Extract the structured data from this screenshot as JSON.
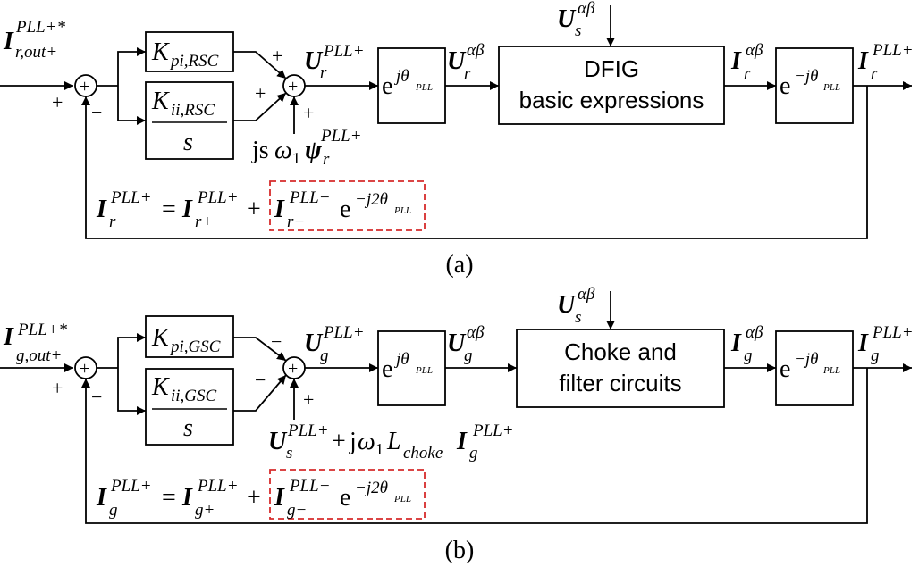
{
  "labels": {
    "a": "(a)",
    "b": "(b)"
  },
  "sign": {
    "plus": "+",
    "minus": "−"
  },
  "panel_a": {
    "ref_current": {
      "sym": "I",
      "sup": "PLL+*",
      "sub": "r,out+"
    },
    "kp": {
      "sym": "K",
      "sub": "pi,RSC"
    },
    "ki": {
      "sym": "K",
      "sub": "ii,RSC",
      "den": "s"
    },
    "u_pll": {
      "sym": "U",
      "sub": "r",
      "sup": "PLL+"
    },
    "rot_pos": {
      "base": "e",
      "exp": "jθ",
      "expsub": "PLL"
    },
    "u_ab": {
      "sym": "U",
      "sub": "r",
      "sup": "αβ"
    },
    "us_ab": {
      "sym": "U",
      "sub": "s",
      "sup": "αβ"
    },
    "main_block": {
      "line1": "DFIG",
      "line2": "basic expressions"
    },
    "i_ab": {
      "sym": "I",
      "sub": "r",
      "sup": "αβ"
    },
    "rot_neg": {
      "base": "e",
      "exp": "−jθ",
      "expsub": "PLL"
    },
    "i_out": {
      "sym": "I",
      "sub": "r",
      "sup": "PLL+"
    },
    "ff": {
      "pre": "js",
      "omega": "ω",
      "omega_sub": "1",
      "psi": "ψ",
      "psi_sub": "r",
      "psi_sup": "PLL+"
    },
    "eq": {
      "lhs": {
        "sym": "I",
        "sub": "r",
        "sup": "PLL+"
      },
      "eq": "=",
      "t1": {
        "sym": "I",
        "sub": "r+",
        "sup": "PLL+"
      },
      "plus": "+",
      "t2": {
        "sym": "I",
        "sub": "r−",
        "sup": "PLL−"
      },
      "exp": {
        "base": "e",
        "exp": "−j2θ",
        "expsub": "PLL"
      }
    }
  },
  "panel_b": {
    "ref_current": {
      "sym": "I",
      "sup": "PLL+*",
      "sub": "g,out+"
    },
    "kp": {
      "sym": "K",
      "sub": "pi,GSC"
    },
    "ki": {
      "sym": "K",
      "sub": "ii,GSC",
      "den": "s"
    },
    "u_pll": {
      "sym": "U",
      "sub": "g",
      "sup": "PLL+"
    },
    "rot_pos": {
      "base": "e",
      "exp": "jθ",
      "expsub": "PLL"
    },
    "u_ab": {
      "sym": "U",
      "sub": "g",
      "sup": "αβ"
    },
    "us_ab": {
      "sym": "U",
      "sub": "s",
      "sup": "αβ"
    },
    "main_block": {
      "line1": "Choke and",
      "line2": "filter circuits"
    },
    "i_ab": {
      "sym": "I",
      "sub": "g",
      "sup": "αβ"
    },
    "rot_neg": {
      "base": "e",
      "exp": "−jθ",
      "expsub": "PLL"
    },
    "i_out": {
      "sym": "I",
      "sub": "g",
      "sup": "PLL+"
    },
    "ff": {
      "us": "U",
      "us_sub": "s",
      "us_sup": "PLL+",
      "plus": "+",
      "j": "j",
      "omega": "ω",
      "omega_sub": "1",
      "L": "L",
      "L_sub": "choke",
      "ig": "I",
      "ig_sub": "g",
      "ig_sup": "PLL+"
    },
    "eq": {
      "lhs": {
        "sym": "I",
        "sub": "g",
        "sup": "PLL+"
      },
      "eq": "=",
      "t1": {
        "sym": "I",
        "sub": "g+",
        "sup": "PLL+"
      },
      "plus": "+",
      "t2": {
        "sym": "I",
        "sub": "g−",
        "sup": "PLL−"
      },
      "exp": {
        "base": "e",
        "exp": "−j2θ",
        "expsub": "PLL"
      }
    }
  }
}
